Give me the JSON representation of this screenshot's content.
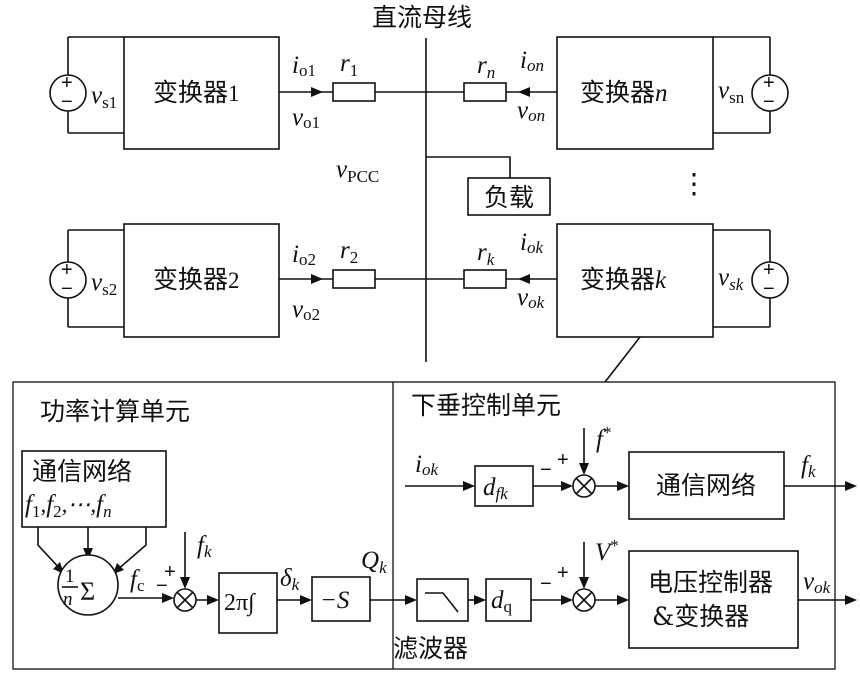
{
  "bus_title": "直流母线",
  "converters": [
    {
      "label": "变换器",
      "index": "1",
      "source_v": "v",
      "source_v_sub": "s1",
      "current": "i",
      "current_sub": "o1",
      "voltage": "v",
      "voltage_sub": "o1",
      "resistor": "r",
      "resistor_sub": "1"
    },
    {
      "label": "变换器",
      "index": "2",
      "source_v": "v",
      "source_v_sub": "s2",
      "current": "i",
      "current_sub": "o2",
      "voltage": "v",
      "voltage_sub": "o2",
      "resistor": "r",
      "resistor_sub": "2"
    },
    {
      "label": "变换器",
      "index": "n",
      "source_v": "v",
      "source_v_sub": "sn",
      "current": "i",
      "current_sub": "on",
      "voltage": "v",
      "voltage_sub": "on",
      "resistor": "r",
      "resistor_sub": "n"
    },
    {
      "label": "变换器",
      "index": "k",
      "source_v": "v",
      "source_v_sub": "sk",
      "current": "i",
      "current_sub": "ok",
      "voltage": "v",
      "voltage_sub": "ok",
      "resistor": "r",
      "resistor_sub": "k"
    }
  ],
  "vpcc": {
    "base": "v",
    "sub": "PCC"
  },
  "load": "负载",
  "ellipsis": "⋮",
  "source_plus": "+",
  "source_minus": "−",
  "power_unit": {
    "title": "功率计算单元",
    "comm_label": "通信网络",
    "comm_freqs": {
      "f1": "f",
      "f1_sub": "1",
      "f2": "f",
      "f2_sub": "2",
      "dots": "⋯",
      "fn": "f",
      "fn_sub": "n",
      "comma": ","
    },
    "avg_num": "1",
    "avg_den": "n",
    "sigma": "Σ",
    "fc": "f",
    "fc_sub": "c",
    "fk": "f",
    "fk_sub": "k",
    "integrator": "2π∫",
    "delta": "δ",
    "delta_sub": "k",
    "gain": "−S",
    "q": "Q",
    "q_sub": "k"
  },
  "droop_unit": {
    "title": "下垂控制单元",
    "iok": "i",
    "iok_sub": "ok",
    "dfk": "d",
    "dfk_sub": "fk",
    "fstar": "f",
    "fstar_sup": "*",
    "comm_label": "通信网络",
    "fk_out": "f",
    "fk_out_sub": "k",
    "filter_label": "滤波器",
    "dq": "d",
    "dq_sub": "q",
    "vstar": "V",
    "vstar_sup": "*",
    "controller_line1": "电压控制器",
    "controller_line2": "&变换器",
    "vok_out": "v",
    "vok_out_sub": "ok"
  },
  "sum_signs": {
    "plus": "+",
    "minus": "−"
  }
}
